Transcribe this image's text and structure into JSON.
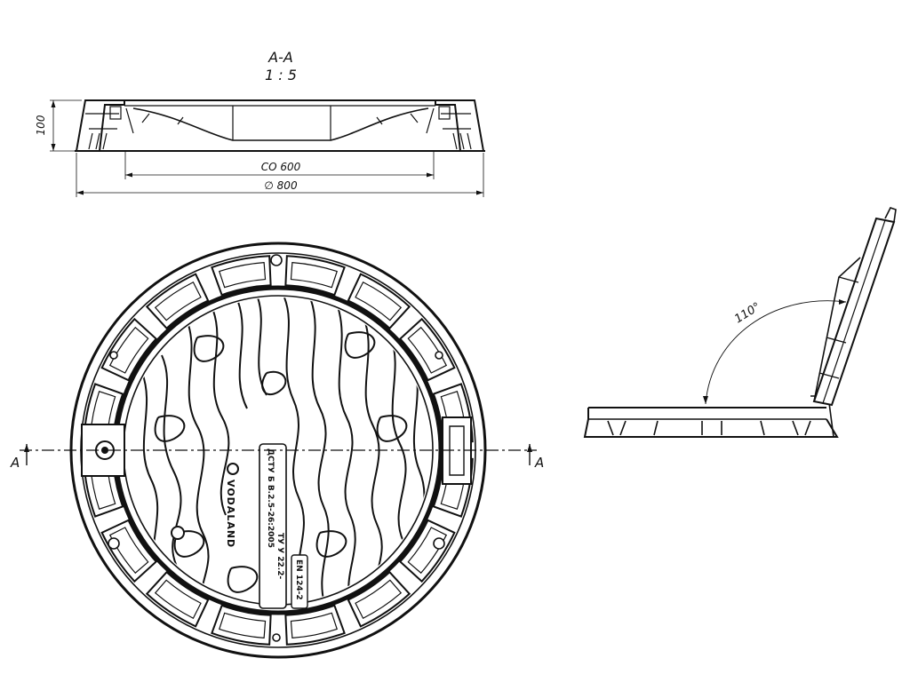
{
  "section": {
    "name": "A-A",
    "scale": "1 : 5"
  },
  "dimensions": {
    "height": "100",
    "clear_opening": "CO 600",
    "diameter": "∅ 800",
    "angle": "110°"
  },
  "section_markers": {
    "left": "A",
    "right": "A"
  },
  "cover_markings": {
    "brand": "VODALAND",
    "standard_1": "ДСТУ Б В.2.5-26:2005",
    "standard_2": "ТУ У 22.2-",
    "standard_3": "EN 124-2"
  }
}
